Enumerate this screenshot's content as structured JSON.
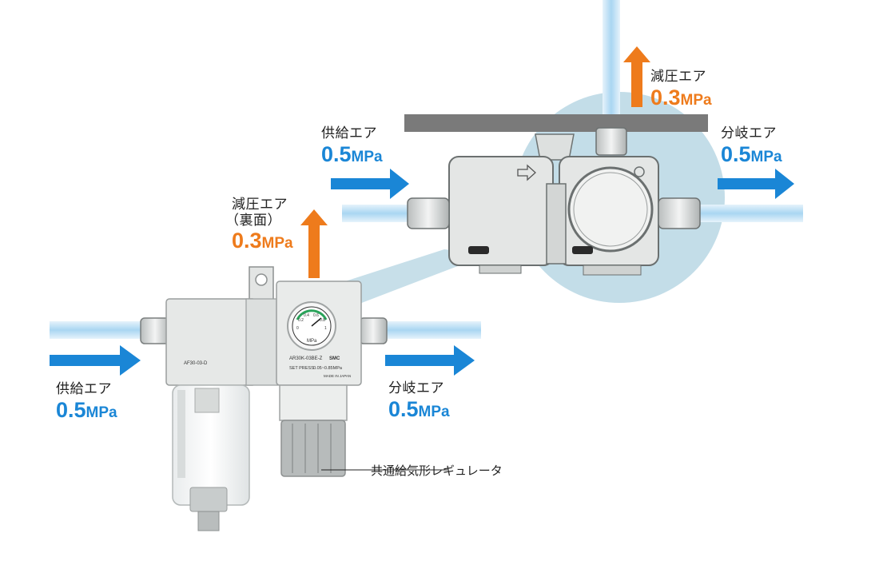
{
  "colors": {
    "supply_blue": "#1a86d6",
    "reduced_orange": "#ee7b1c",
    "pipe_light": "#bfe0f5",
    "zoom_circle": "#c3dde8",
    "panel_gray": "#7a7a7a",
    "body_gray": "#e3e5e4"
  },
  "labels": {
    "supply_left": {
      "text": "供給エア",
      "value": "0.5",
      "unit": "MPa"
    },
    "reduced_left": {
      "text_line1": "減圧エア",
      "text_line2": "（裏面）",
      "value": "0.3",
      "unit": "MPa"
    },
    "branch_left": {
      "text": "分岐エア",
      "value": "0.5",
      "unit": "MPa"
    },
    "supply_top": {
      "text": "供給エア",
      "value": "0.5",
      "unit": "MPa"
    },
    "reduced_top": {
      "text": "減圧エア",
      "value": "0.3",
      "unit": "MPa"
    },
    "branch_top": {
      "text": "分岐エア",
      "value": "0.5",
      "unit": "MPa"
    }
  },
  "callout": {
    "text": "共通給気形レギュレータ"
  },
  "device_markings": {
    "filter_model": "AF30-03-D",
    "regulator_model": "AR30K-03BE-Z",
    "set_press": "SET PRESS",
    "range": "0.05~0.85MPa",
    "made_in": "MADE IN JAPAN",
    "brand": "SMC",
    "gauge_unit": "MPa",
    "gauge_ticks": [
      "0",
      "0.2",
      "0.4",
      "0.6",
      "0.8",
      "1"
    ]
  }
}
